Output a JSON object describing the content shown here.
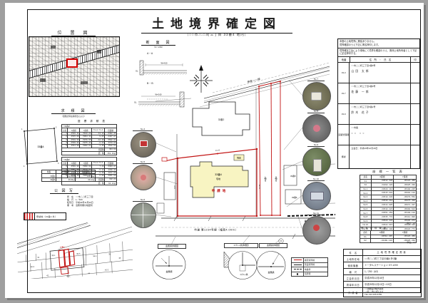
{
  "page": {
    "title": "土地境界確定図",
    "subtitle": "（○○市△△町三丁目 33番4 地内）"
  },
  "location_map": {
    "title": "位　置　図"
  },
  "kyuseki": {
    "title": "求　積　図",
    "subtitle": "（面積計算は座標法による）",
    "table_title": "座 標 求 積 表",
    "tables": [
      {
        "name": "（33番4）",
        "headers": [
          "点名",
          "X座標",
          "Y座標",
          "Yn+1−Yn−1",
          "倍面積"
        ],
        "rows": [
          [
            "1",
            "-4520.11",
            "-5108.22",
            "14.12",
            "-6382.35"
          ],
          [
            "2",
            "-4515.60",
            "-5094.11",
            "9.85",
            "-4447.87"
          ],
          [
            "3",
            "-4510.33",
            "-5079.55",
            "-12.40",
            "5592.81"
          ],
          [
            "4",
            "-4530.21",
            "-5075.41",
            "-8.22",
            "3723.83"
          ],
          [
            "5",
            "-4544.90",
            "-5090.62",
            "-3.35",
            "1522.54"
          ]
        ],
        "footer": [
          [
            "倍面積",
            "304.68"
          ],
          [
            "面　積",
            "152.34㎡"
          ]
        ]
      },
      {
        "name": "（33番5）",
        "headers": [
          "点名",
          "X座標",
          "Y座標",
          "Yn+1−Yn−1",
          "倍面積"
        ],
        "rows": [
          [
            "6",
            "-4548.22",
            "-5090.62",
            "7.44",
            "-3383.87"
          ],
          [
            "7",
            "-4551.45",
            "-5109.11",
            "-5.12",
            "2330.34"
          ],
          [
            "8",
            "-4535.77",
            "-5112.90",
            "-9.30",
            "4217.66"
          ],
          [
            "9",
            "-4528.43",
            "-5096.87",
            "6.98",
            "-3031.89"
          ]
        ],
        "footer": [
          [
            "倍面積",
            "132.24"
          ],
          [
            "面　積",
            "66.12㎡"
          ]
        ]
      }
    ],
    "summary": {
      "headers": [
        "地番",
        "公簿面積",
        "実測面積"
      ],
      "rows": [
        [
          "33番4",
          "152.00㎡",
          "152.34㎡"
        ],
        [
          "33番5",
          "66.00㎡",
          "66.12㎡"
        ]
      ]
    }
  },
  "kouzu": {
    "title": "公 図 写",
    "info_lines": [
      "所　在　○○市△△町三丁目",
      "縮　尺　1／600",
      "転写日　平成29年11月30日",
      "備　考　法務局備付地図写"
    ],
    "legend_label": "申請地（33番4 外）"
  },
  "danmen": {
    "title": "断　面　図",
    "subtitle": "（S＝1/50）",
    "a_label": "A − A",
    "b_label": "B − B",
    "gl": "GL",
    "dim_a": "W=4.00",
    "dim_b": "W=3.60"
  },
  "main_map": {
    "road_top_label": "県道○○○○線",
    "road_bottom_label": "市道 第1234号線（幅員4.00ｍ）",
    "road_width_dim": "4.00",
    "subject_lot": "33番4",
    "subject_kind": "宅地",
    "subject_tag": "申 請 地",
    "shed_label": "物置",
    "neighbor_building_label": "33番2",
    "strip_labels": [
      "33番7",
      "33番9"
    ],
    "right_labels": [
      "33番5",
      "33番6"
    ],
    "dim_top": "23.45",
    "dim_left": "9.87",
    "dim_right": "12.34"
  },
  "photos": {
    "left": [
      {
        "label": "No.4"
      },
      {
        "label": "No.5"
      },
      {
        "label": "No.6"
      }
    ],
    "right": [
      {
        "label": "No.7"
      },
      {
        "label": "No.8"
      },
      {
        "label": "No.9"
      },
      {
        "label": "No.10"
      },
      {
        "label": "No.11"
      }
    ]
  },
  "agreement": {
    "note_lines": [
      "本図の土地境界に異議ありません。",
      "境界確認のうえ下記に署名押印します。"
    ],
    "table_intro": "境界確定立会により現地にて境界を確認のうえ、関係土地所有者として下記に記名押印する。",
    "headers": [
      "地番",
      "住　所　・　氏　名",
      "印"
    ],
    "rows": [
      {
        "lot": "33-3",
        "address": "○○市△△町三丁目4番5号",
        "name": "山 田　太 郎"
      },
      {
        "lot": "33-7",
        "address": "○○市△△町三丁目4番6号",
        "name": "佐 藤　一 郎"
      },
      {
        "lot": "33-9",
        "address": "○○市△△町三丁目5番1号",
        "name": "鈴 木　花 子"
      },
      {
        "lot": "道路管理者",
        "address": "○○市長",
        "name": "○ ○　○ ○"
      },
      {
        "lot": "備考",
        "address": "立会日：平成29年12月18日",
        "name": ""
      }
    ]
  },
  "coords": {
    "title": "座 標 一 覧 表",
    "headers": [
      "点名",
      "X座標",
      "Y座標"
    ],
    "unit": "（単位：m）",
    "rows": [
      [
        "K1",
        "-34512.345",
        "-45123.456"
      ],
      [
        "K2",
        "-34498.120",
        "-45085.330"
      ],
      [
        "No.1",
        "-34520.114",
        "-45108.225"
      ],
      [
        "No.2",
        "-34515.602",
        "-45094.118"
      ],
      [
        "No.3",
        "-34510.336",
        "-45079.552"
      ],
      [
        "No.4",
        "-34530.218",
        "-45075.410"
      ],
      [
        "No.5",
        "-34544.905",
        "-45071.337"
      ],
      [
        "No.6",
        "-34548.221",
        "-45090.624"
      ],
      [
        "No.7",
        "-34551.450",
        "-45109.118"
      ],
      [
        "No.8",
        "-34535.770",
        "-45112.906"
      ],
      [
        "No.9",
        "-34528.433",
        "-45096.872"
      ],
      [
        "No.10",
        "-34522.615",
        "-45088.340"
      ],
      [
        "No.11",
        "-34540.108",
        "-45083.771"
      ]
    ],
    "bench": {
      "title": "基 準 点 成 果 表",
      "headers": [
        "点名",
        "X座標",
        "Y座標"
      ],
      "unit": "（単位：m）",
      "rows": [
        [
          "K1",
          "-34512.345",
          "-45123.456"
        ],
        [
          "K2",
          "-34498.120",
          "-45085.330"
        ]
      ]
    }
  },
  "titleblock": {
    "rows": [
      {
        "label": "件　名",
        "value": "土地境界確定測量",
        "spaced": true
      },
      {
        "label": "土地所在地",
        "value": "○○市△△町三丁目33番4 外3筆"
      },
      {
        "label": "使用機器",
        "value": "トータルステーション GT-1200"
      },
      {
        "label": "縮　尺",
        "value": "1／250（A3）"
      },
      {
        "label": "立会年月日",
        "value": "平成29年12月18日"
      },
      {
        "label": "測量年月日",
        "value": "平成29年12月13日〜15日"
      },
      {
        "label": "作 成 者",
        "value_lines": [
          "○○測量設計株式会社",
          "○○県○○市□□町1-2-3",
          "TEL 012-345-6789"
        ]
      }
    ]
  },
  "details": {
    "items": [
      {
        "label": "金属標詳細図",
        "caption": "金属標"
      },
      {
        "label": "ｺﾝｸﾘｰﾄ杭詳細図",
        "caption": "ｺﾝｸﾘｰﾄ杭"
      },
      {
        "label": "金属鋲詳細図",
        "caption": "金属鋲"
      }
    ],
    "legend": {
      "rows": [
        {
          "style": "red",
          "label": "確定境界線"
        },
        {
          "style": "solid",
          "label": "既設境界線"
        },
        {
          "style": "dashed",
          "label": "地番界"
        },
        {
          "style": "dot",
          "label": "境界標"
        }
      ]
    }
  },
  "colors": {
    "boundary": "#c11111",
    "subject_fill": "#f8f4c2",
    "marker": "#d40000"
  }
}
